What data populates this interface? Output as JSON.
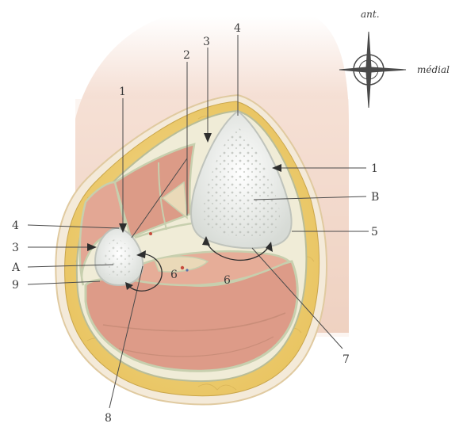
{
  "compass": {
    "anterior": "ant.",
    "medial": "médial"
  },
  "labels": {
    "n1_top": "1",
    "n2_top": "2",
    "n3_top": "3",
    "n4_top": "4",
    "n1_right": "1",
    "B": "B",
    "n5_right": "5",
    "n7_bottom": "7",
    "n8_bottom": "8",
    "n4_left": "4",
    "n3_left": "3",
    "A": "A",
    "n9_left": "9",
    "n6_a": "6",
    "n6_b": "6"
  }
}
